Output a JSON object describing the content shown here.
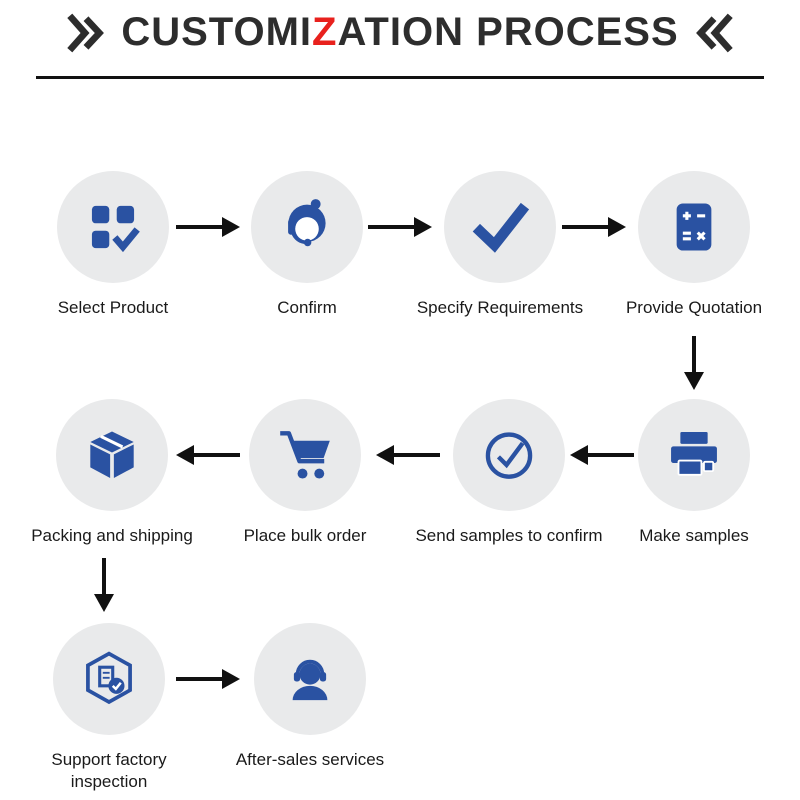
{
  "title": {
    "prefix": "CUSTOMI",
    "highlight": "Z",
    "suffix": "ATION PROCESS",
    "highlight_color": "#e8211d"
  },
  "colors": {
    "icon": "#2a52a2",
    "circle_bg": "#e9eaeb",
    "arrow": "#111111",
    "title_text": "#2d2d2d"
  },
  "steps": [
    {
      "label": "Select Product",
      "icon": "product-select-icon"
    },
    {
      "label": "Confirm",
      "icon": "customer-service-icon"
    },
    {
      "label": "Specify Requirements",
      "icon": "checkmark-icon"
    },
    {
      "label": "Provide Quotation",
      "icon": "calculator-icon"
    },
    {
      "label": "Make samples",
      "icon": "printer-icon"
    },
    {
      "label": "Send samples to confirm",
      "icon": "circle-check-icon"
    },
    {
      "label": "Place bulk order",
      "icon": "shopping-cart-icon"
    },
    {
      "label": "Packing and shipping",
      "icon": "package-box-icon"
    },
    {
      "label": "Support factory inspection",
      "icon": "factory-inspection-icon"
    },
    {
      "label": "After-sales services",
      "icon": "headset-support-icon"
    }
  ]
}
